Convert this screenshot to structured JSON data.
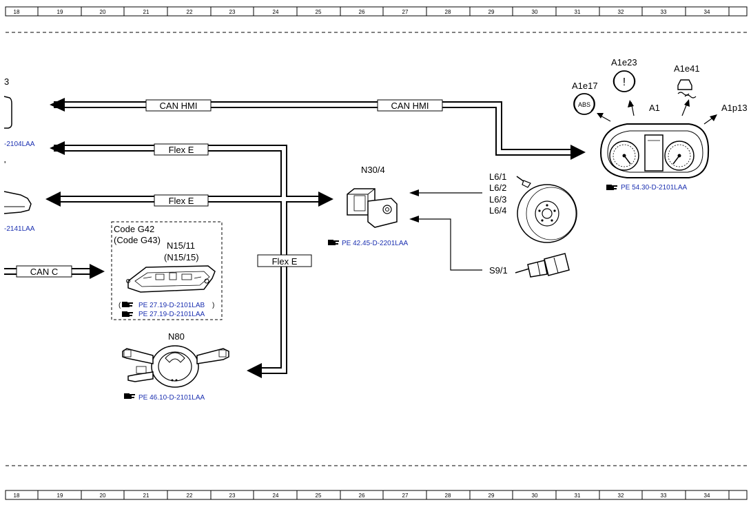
{
  "ruler": {
    "numbers": [
      "18",
      "19",
      "20",
      "21",
      "22",
      "23",
      "24",
      "25",
      "26",
      "27",
      "28",
      "29",
      "30",
      "31",
      "32",
      "33",
      "34"
    ]
  },
  "buses": {
    "can_hmi_1": "CAN HMI",
    "can_hmi_2": "CAN HMI",
    "flex_e_1": "Flex E",
    "flex_e_2": "Flex E",
    "flex_e_3": "Flex E",
    "can_c": "CAN C"
  },
  "cutoff": {
    "top_partial": "3",
    "ref_1": "-2104LAA",
    "ref_2": "-2141LAA",
    "tick": "'"
  },
  "cluster": {
    "a1e17": "A1e17",
    "a1e23": "A1e23",
    "a1e41": "A1e41",
    "a1": "A1",
    "a1p13": "A1p13",
    "abs_text": "ABS",
    "warn_text": "!",
    "ref": "PE 54.30-D-2101LAA"
  },
  "esp": {
    "label": "N30/4",
    "ref": "PE 42.45-D-2201LAA"
  },
  "wheel_sensors": {
    "l61": "L6/1",
    "l62": "L6/2",
    "l63": "L6/3",
    "l64": "L6/4"
  },
  "s91": {
    "label": "S9/1"
  },
  "transmission": {
    "code1": "Code G42",
    "code2": "(Code G43)",
    "n1511": "N15/11",
    "n1515": "(N15/15)",
    "ref_1_open": "(",
    "ref_1": "PE 27.19-D-2101LAB",
    "ref_1_close": ")",
    "ref_2": "PE 27.19-D-2101LAA"
  },
  "steering": {
    "label": "N80",
    "ref": "PE 46.10-D-2101LAA"
  }
}
